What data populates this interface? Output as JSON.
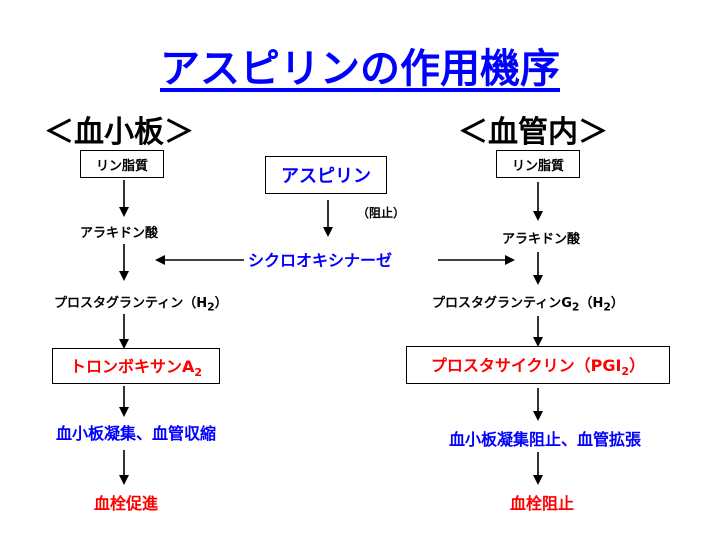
{
  "title": "アスピリンの作用機序",
  "left": {
    "header": "＜血小板＞",
    "phospholipid": "リン脂質",
    "arachidonic": "アラキドン酸",
    "prostaglandin": "プロスタグランティン（H",
    "prostaglandin_sub": "2",
    "prostaglandin_end": "）",
    "thromboxane": "トロンボキサンA",
    "thromboxane_sub": "2",
    "effect": "血小板凝集、血管収縮",
    "result": "血栓促進"
  },
  "right": {
    "header": "＜血管内＞",
    "phospholipid": "リン脂質",
    "arachidonic": "アラキドン酸",
    "prostaglandin": "プロスタグランティンG",
    "prostaglandin_sub": "2",
    "prostaglandin_end": "（H",
    "prostaglandin_sub2": "2",
    "prostaglandin_end2": "）",
    "prostacyclin": "プロスタサイクリン（PGI",
    "prostacyclin_sub": "2",
    "prostacyclin_end": "）",
    "effect": "血小板凝集阻止、血管拡張",
    "result": "血栓阻止"
  },
  "center": {
    "aspirin": "アスピリン",
    "inhibition": "（阻止）",
    "cyclooxygenase": "シクロオキシナーゼ"
  },
  "colors": {
    "blue": "#0000ff",
    "red": "#ff0000",
    "black": "#000000"
  }
}
